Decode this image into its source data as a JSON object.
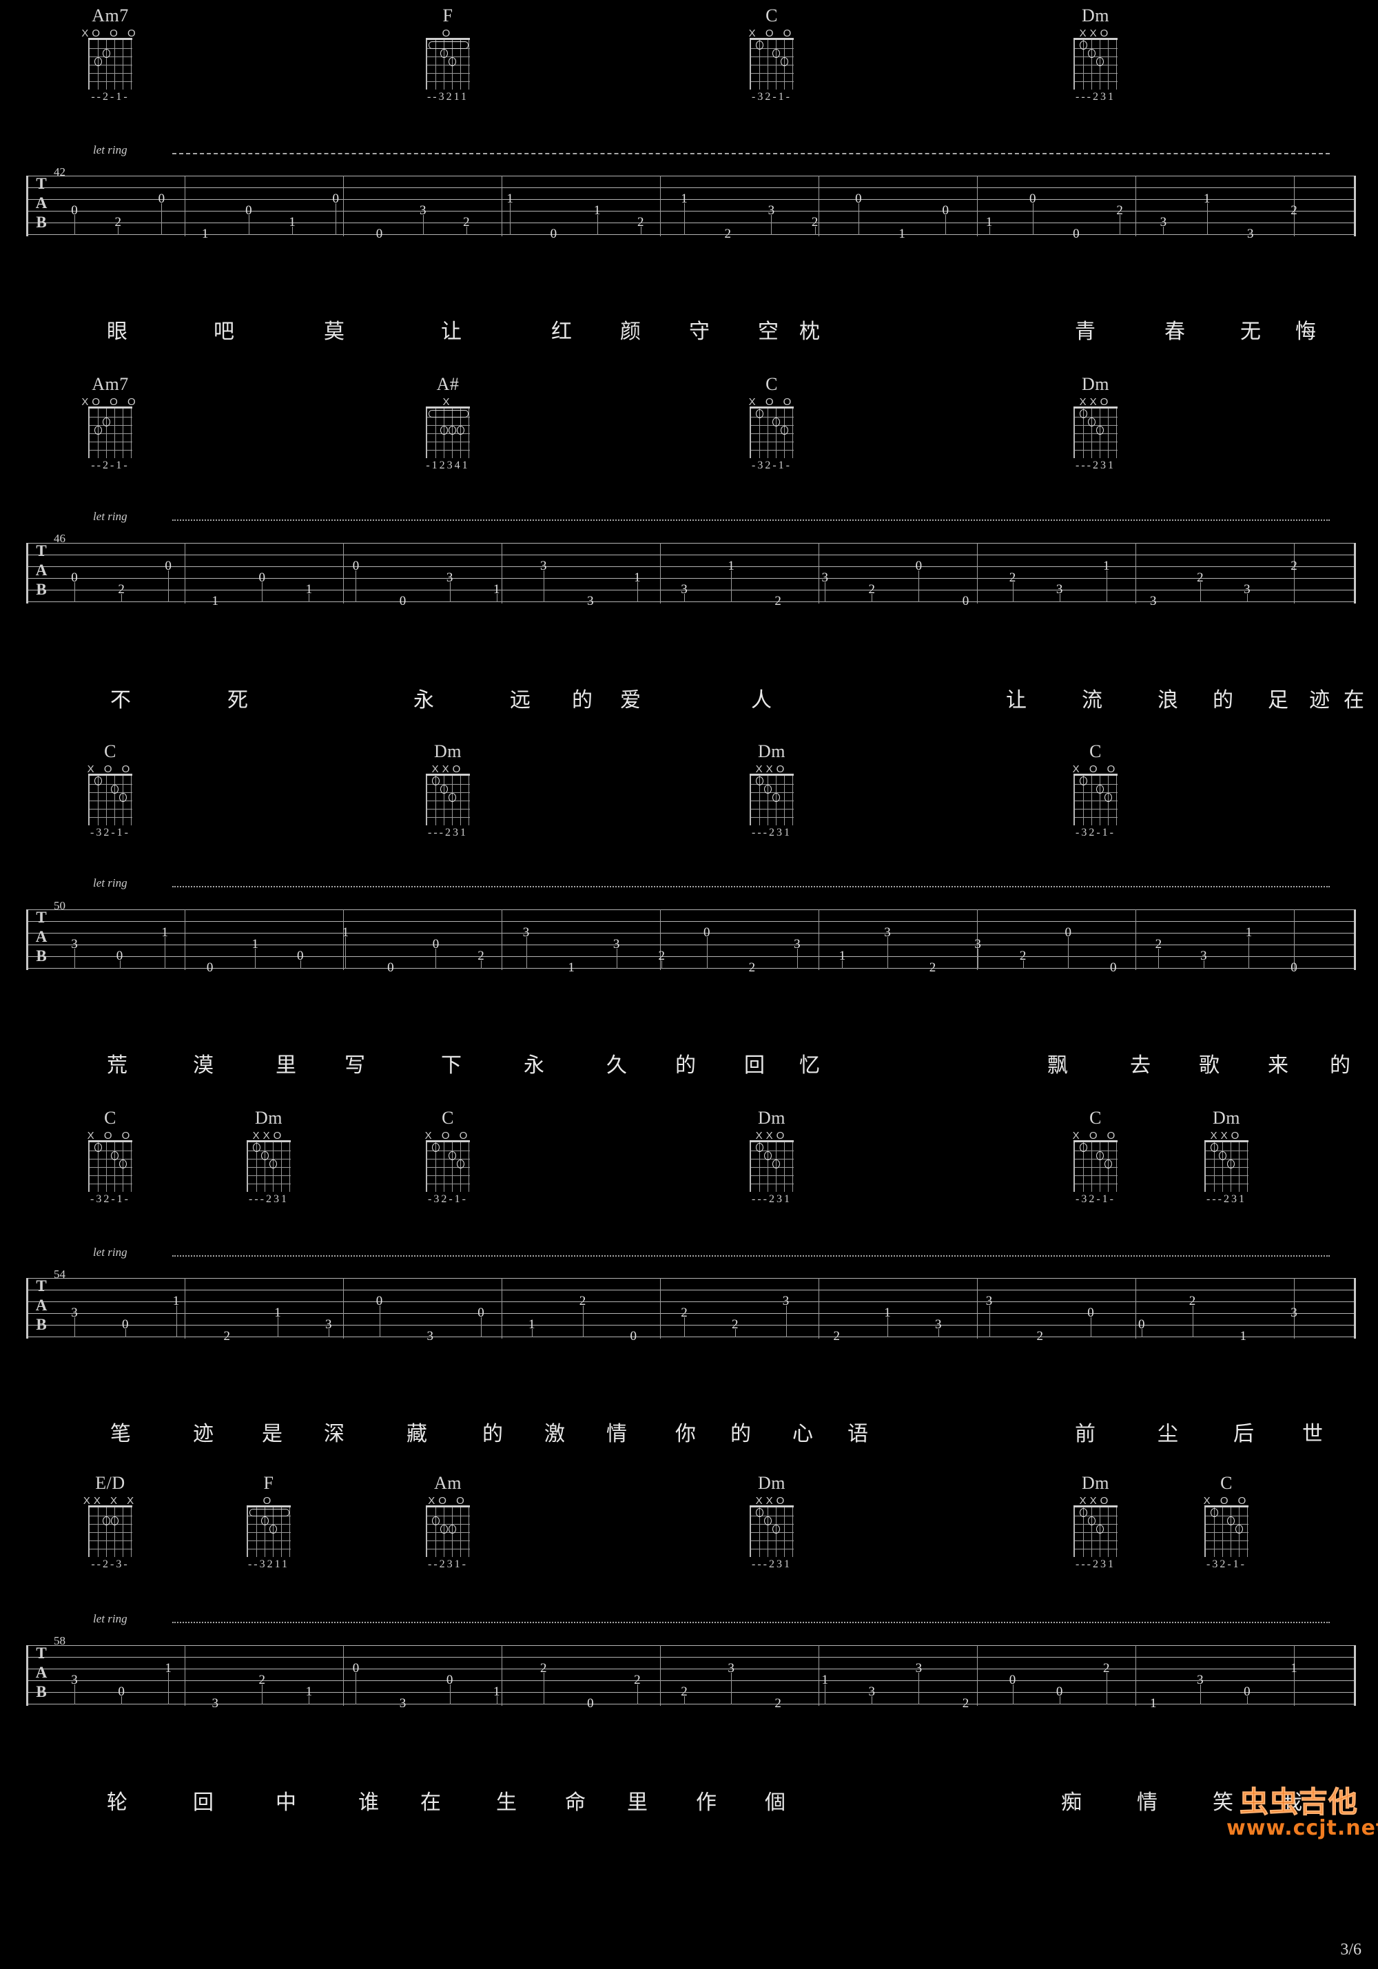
{
  "page": {
    "number": "3/6"
  },
  "watermark": {
    "line1": "虫虫吉他",
    "line2": "www.ccjt.net"
  },
  "labels": {
    "let_ring": "let ring",
    "clef_t": "T",
    "clef_a": "A",
    "clef_b": "B"
  },
  "systems": [
    {
      "measure_number": "42",
      "chords": [
        {
          "name": "Am7",
          "markers": "XO O O",
          "fingering": "--2-1-"
        },
        {
          "name": "F",
          "markers": "O",
          "fingering": "--3211"
        },
        {
          "name": "C",
          "markers": "X O  O",
          "fingering": "-32-1-"
        },
        {
          "name": "Dm",
          "markers": "XXO",
          "fingering": "---231"
        }
      ],
      "lyrics": [
        "眼",
        "吧",
        "莫",
        "让",
        "红",
        "颜",
        "守",
        "空",
        "枕",
        "青",
        "春",
        "无",
        "悔"
      ],
      "tab_notes": "0 2 0 1 0 1 0 0 3 2 1 0 1 2 1 2 3 2 0 1 0 1 0 0 2 3 1 3 2"
    },
    {
      "measure_number": "46",
      "chords": [
        {
          "name": "Am7",
          "markers": "XO O O",
          "fingering": "--2-1-"
        },
        {
          "name": "A#",
          "markers": "X",
          "fingering": "-12341"
        },
        {
          "name": "C",
          "markers": "X O  O",
          "fingering": "-32-1-"
        },
        {
          "name": "Dm",
          "markers": "XXO",
          "fingering": "---231"
        }
      ],
      "lyrics": [
        "不",
        "死",
        "永",
        "远",
        "的",
        "爱",
        "人",
        "让",
        "流",
        "浪",
        "的",
        "足",
        "迹",
        "在"
      ],
      "tab_notes": "0 2 0 1 0 1 0 0 3 1 3 3 1 3 1 2 3 2 0 0 2 3 1 3 2 3 2"
    },
    {
      "measure_number": "50",
      "chords": [
        {
          "name": "C",
          "markers": "X O  O",
          "fingering": "-32-1-"
        },
        {
          "name": "Dm",
          "markers": "XXO",
          "fingering": "---231"
        },
        {
          "name": "Dm",
          "markers": "XXO",
          "fingering": "---231"
        },
        {
          "name": "C",
          "markers": "X O  O",
          "fingering": "-32-1-"
        }
      ],
      "lyrics": [
        "荒",
        "漠",
        "里",
        "写",
        "下",
        "永",
        "久",
        "的",
        "回",
        "忆",
        "飘",
        "去",
        "歌",
        "来",
        "的"
      ],
      "tab_notes": "3 0 1 0 1 0 1 0 0 2 3 1 3 2 0 2 3 1 3 2 3 2 0 0 2 3 1 0"
    },
    {
      "measure_number": "54",
      "chords": [
        {
          "name": "C",
          "markers": "X O  O",
          "fingering": "-32-1-"
        },
        {
          "name": "Dm",
          "markers": "XXO",
          "fingering": "---231"
        },
        {
          "name": "C",
          "markers": "X O  O",
          "fingering": "-32-1-"
        },
        {
          "name": "Dm",
          "markers": "XXO",
          "fingering": "---231"
        },
        {
          "name": "C",
          "markers": "X O  O",
          "fingering": "-32-1-"
        },
        {
          "name": "Dm",
          "markers": "XXO",
          "fingering": "---231"
        }
      ],
      "lyrics": [
        "笔",
        "迹",
        "是",
        "深",
        "藏",
        "的",
        "激",
        "情",
        "你",
        "的",
        "心",
        "语",
        "前",
        "尘",
        "后",
        "世"
      ],
      "tab_notes": "3 0 1 2 1 3 0 3 0 1 2 0 2 2 3 2 1 3 3 2 0 0 2 1 3"
    },
    {
      "measure_number": "58",
      "chords": [
        {
          "name": "E/D",
          "markers": "XX X X",
          "fingering": "--2-3-"
        },
        {
          "name": "F",
          "markers": "O",
          "fingering": "--3211"
        },
        {
          "name": "Am",
          "markers": "XO  O",
          "fingering": "--231-"
        },
        {
          "name": "Dm",
          "markers": "XXO",
          "fingering": "---231"
        },
        {
          "name": "Dm",
          "markers": "XXO",
          "fingering": "---231"
        },
        {
          "name": "C",
          "markers": "X O  O",
          "fingering": "-32-1-"
        }
      ],
      "lyrics": [
        "轮",
        "回",
        "中",
        "谁",
        "在",
        "生",
        "命",
        "里",
        "作",
        "個",
        "痴",
        "情",
        "笑",
        "我"
      ],
      "tab_notes": "3 0 1 3 2 1 0 3 0 1 2 0 2 2 3 2 1 3 3 2 0 0 2 1 3 0 1"
    }
  ]
}
